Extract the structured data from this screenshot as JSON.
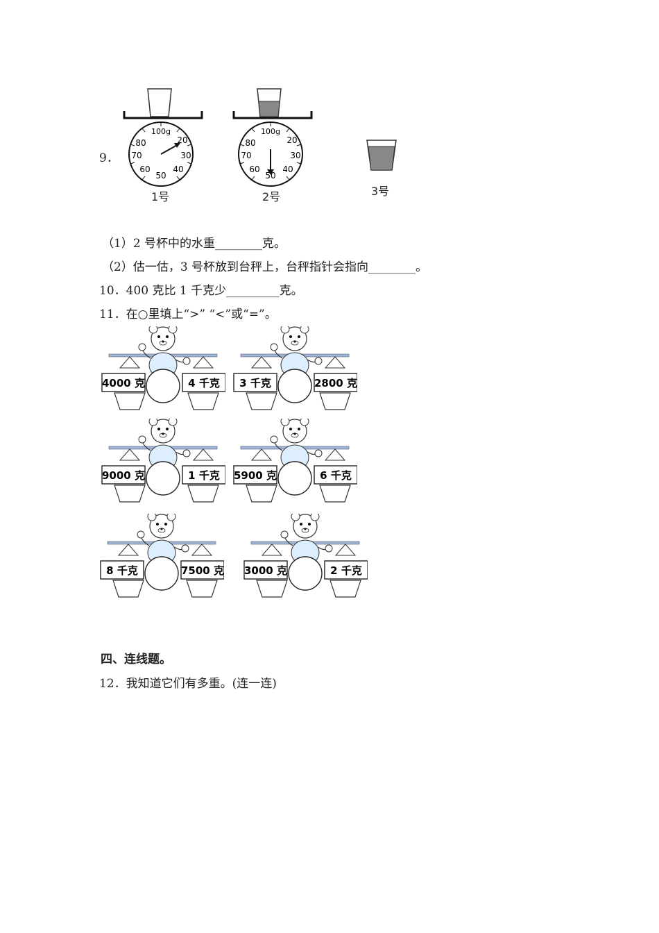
{
  "q9": {
    "number": "9．",
    "scale_ticks": [
      "100g",
      "20",
      "30",
      "40",
      "50",
      "60",
      "70",
      "80"
    ],
    "cup_labels": [
      "1号",
      "2号",
      "3号"
    ],
    "sub1": "（1）2 号杯中的水重________克。",
    "sub2": "（2）估一估，3 号杯放到台秤上，台秤指针会指向________。"
  },
  "q10": {
    "text": "10．400 克比 1 千克少_________克。"
  },
  "q11": {
    "text": "11．在○里填上“>” “<”或“=”。",
    "pairs": [
      {
        "left": "4000 克",
        "right": "4 千克"
      },
      {
        "left": "3 千克",
        "right": "2800 克"
      },
      {
        "left": "9000 克",
        "right": "1 千克"
      },
      {
        "left": "5900 克",
        "right": "6 千克"
      },
      {
        "left": "8 千克",
        "right": "7500 克"
      },
      {
        "left": "3000 克",
        "right": "2 千克"
      }
    ]
  },
  "section4": {
    "heading": "四、连线题。"
  },
  "q12": {
    "text": "12．我知道它们有多重。(连一连)"
  },
  "colors": {
    "water": "#888888",
    "bar": "#9fb8d8",
    "ink": "#222222"
  }
}
